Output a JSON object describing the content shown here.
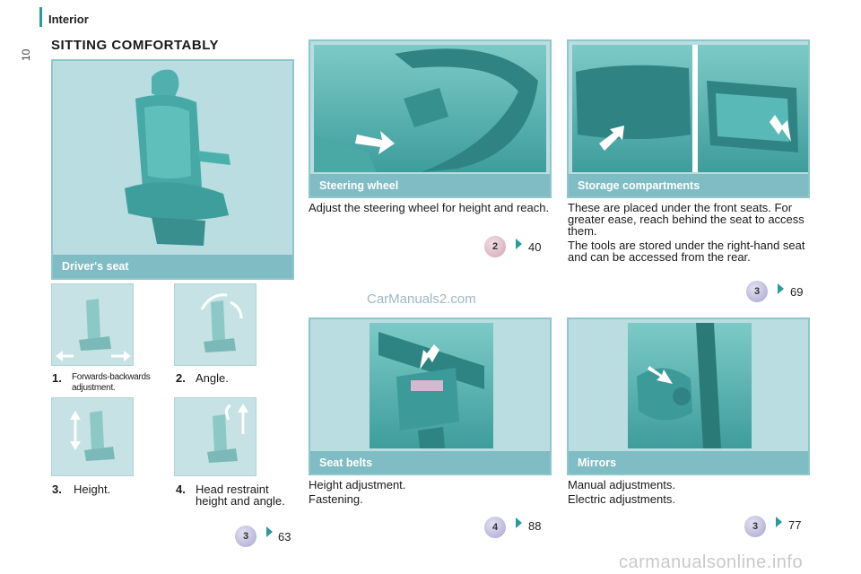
{
  "header": {
    "section": "Interior",
    "page_number": "10",
    "title": "SITTING COMFORTABLY"
  },
  "drivers_seat": {
    "caption": "Driver's seat",
    "adjustments": [
      {
        "num": "1.",
        "label": "Forwards-backwards adjustment."
      },
      {
        "num": "2.",
        "label": "Angle."
      },
      {
        "num": "3.",
        "label": "Height."
      },
      {
        "num": "4.",
        "label": "Head restraint height and angle."
      }
    ],
    "ref": {
      "chapter": "3",
      "page": "63"
    }
  },
  "steering_wheel": {
    "caption": "Steering wheel",
    "text": "Adjust the steering wheel for height and reach.",
    "ref": {
      "chapter": "2",
      "page": "40"
    }
  },
  "storage": {
    "caption": "Storage compartments",
    "text1": "These are placed under the front seats. For greater ease, reach behind the seat to access them.",
    "text2": "The tools are stored under the right-hand seat and can be accessed from the rear.",
    "ref": {
      "chapter": "3",
      "page": "69"
    }
  },
  "seat_belts": {
    "caption": "Seat belts",
    "text1": "Height adjustment.",
    "text2": "Fastening.",
    "ref": {
      "chapter": "4",
      "page": "88"
    }
  },
  "mirrors": {
    "caption": "Mirrors",
    "text1": "Manual adjustments.",
    "text2": "Electric adjustments.",
    "ref": {
      "chapter": "3",
      "page": "77"
    }
  },
  "watermarks": {
    "site": "CarManuals2.com",
    "footer": "carmanualsonline.info"
  },
  "colors": {
    "accent": "#2a9a9a",
    "panel": "#b9dde0",
    "caption_bar": "#7fbcc4"
  }
}
